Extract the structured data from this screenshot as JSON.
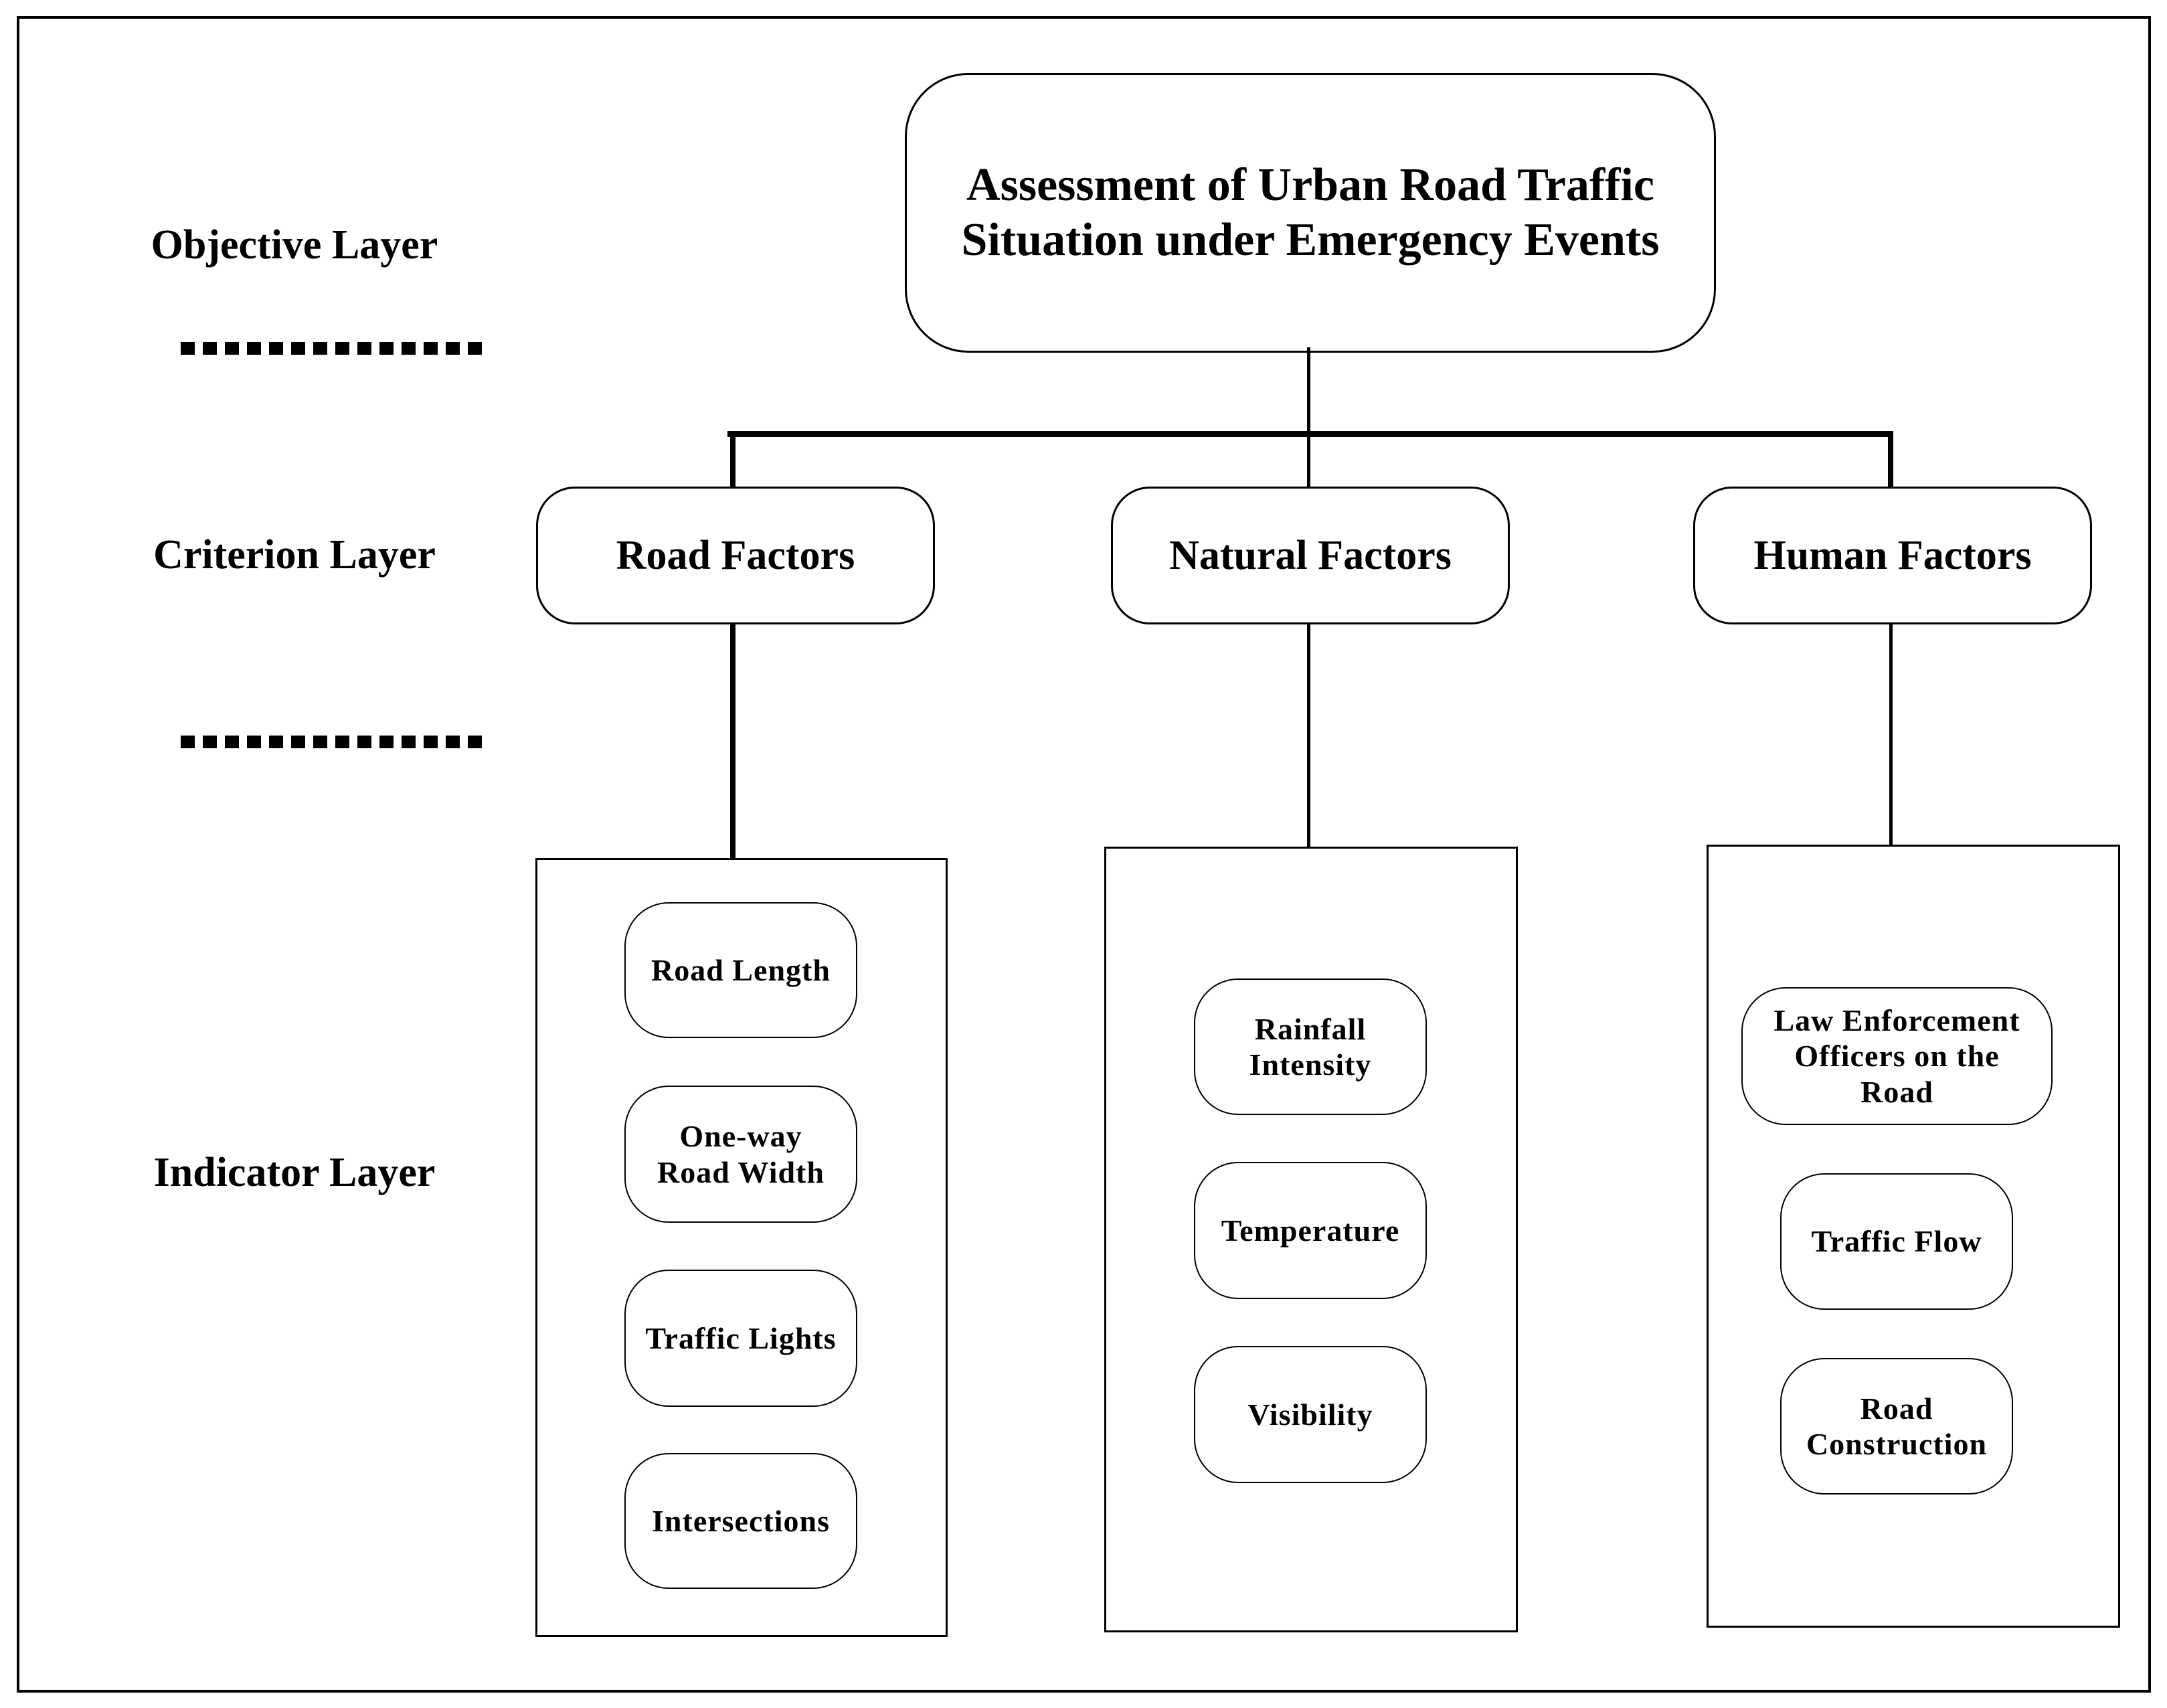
{
  "diagram": {
    "layer_labels": {
      "objective": "Objective Layer",
      "criterion": "Criterion Layer",
      "indicator": "Indicator Layer"
    },
    "objective": {
      "label": "Assessment of Urban Road Traffic Situation under Emergency Events",
      "lines": [
        "Assessment of Urban Road Traffic",
        "Situation under Emergency Events"
      ]
    },
    "criteria": [
      {
        "label": "Road Factors",
        "indicators": [
          {
            "label": "Road Length",
            "lines": [
              "Road Length"
            ]
          },
          {
            "label": "One-way Road Width",
            "lines": [
              "One-way",
              "Road Width"
            ]
          },
          {
            "label": "Traffic Lights",
            "lines": [
              "Traffic Lights"
            ]
          },
          {
            "label": "Intersections",
            "lines": [
              "Intersections"
            ]
          }
        ]
      },
      {
        "label": "Natural Factors",
        "indicators": [
          {
            "label": "Rainfall Intensity",
            "lines": [
              "Rainfall",
              "Intensity"
            ]
          },
          {
            "label": "Temperature",
            "lines": [
              "Temperature"
            ]
          },
          {
            "label": "Visibility",
            "lines": [
              "Visibility"
            ]
          }
        ]
      },
      {
        "label": "Human Factors",
        "indicators": [
          {
            "label": "Law Enforcement Officers on the Road",
            "lines": [
              "Law Enforcement",
              "Officers on the",
              "Road"
            ]
          },
          {
            "label": "Traffic Flow",
            "lines": [
              "Traffic Flow"
            ]
          },
          {
            "label": "Road Construction",
            "lines": [
              "Road",
              "Construction"
            ]
          }
        ]
      }
    ],
    "colors": {
      "line": "#000000",
      "background": "#ffffff",
      "text": "#000000"
    }
  }
}
